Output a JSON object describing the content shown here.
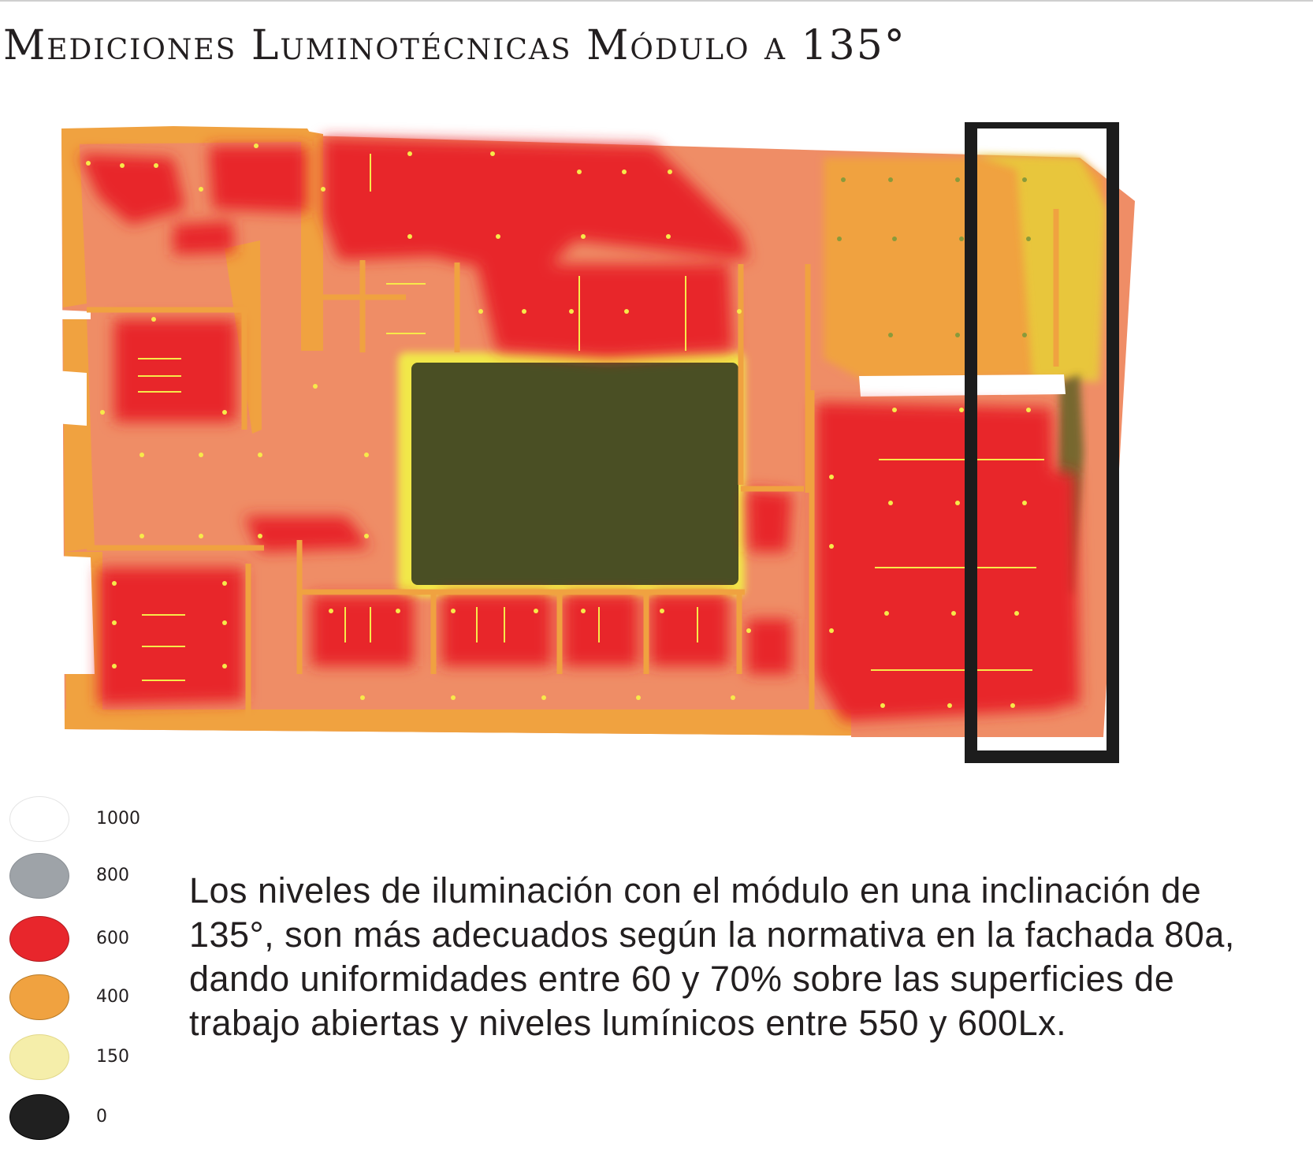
{
  "title": "Mediciones Luminotécnicas Módulo a 135°",
  "legend": [
    {
      "value": "1000",
      "color": "#ffffff"
    },
    {
      "value": "800",
      "color": "#9ea3a8"
    },
    {
      "value": "600",
      "color": "#e8262c"
    },
    {
      "value": "400",
      "color": "#f0a240"
    },
    {
      "value": "150",
      "color": "#f5eeaa"
    },
    {
      "value": "0",
      "color": "#202020"
    }
  ],
  "description": "Los niveles de iluminación con el módulo en una inclinación de 135°, son más adecuados según la normativa en la fachada 80a, dando uniformidades entre 60 y 70% sobre las superficies de trabajo abiertas y niveles lumínicos entre 550 y 600Lx.",
  "colors": {
    "high": "#e8262c",
    "medium": "#f0a240",
    "salmon": "#ef8d66",
    "low": "#f5eeaa",
    "dark": "#4a4f24",
    "highlight": "#1c1c1c"
  }
}
